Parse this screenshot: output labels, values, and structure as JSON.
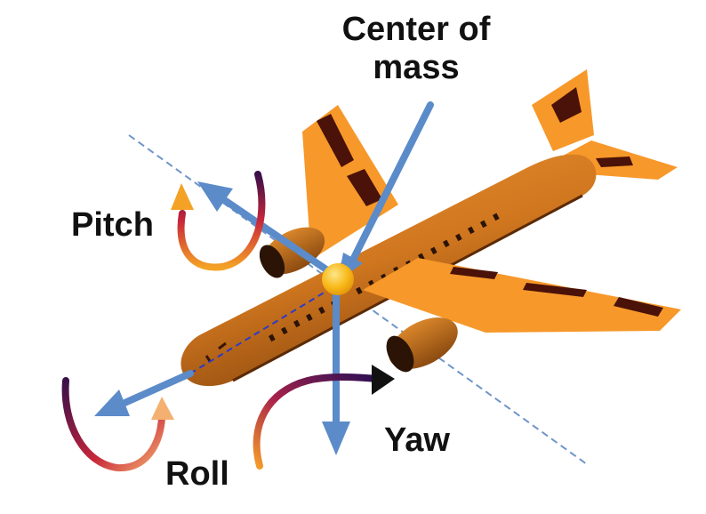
{
  "labels": {
    "center_of_mass": "Center of\nmass",
    "pitch": "Pitch",
    "yaw": "Yaw",
    "roll": "Roll"
  },
  "colors": {
    "fuselage": "#c9701c",
    "wing": "#f7982a",
    "wing_stripe": "#4a1208",
    "axis_arrow": "#5b8bc9",
    "axis_line": "#6f95c8",
    "cg_ball": "#f8b818"
  }
}
